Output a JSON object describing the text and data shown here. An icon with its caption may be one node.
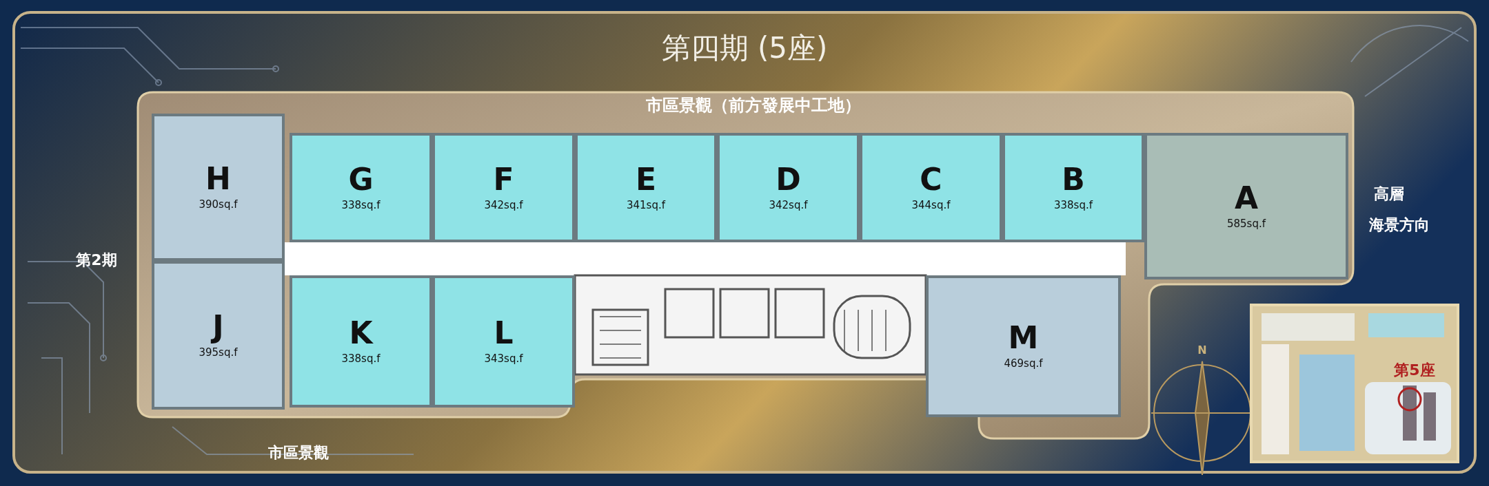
{
  "diagram": {
    "title": "第四期 (5座)",
    "nodes": [
      {
        "text": [
          "H",
          "390sq.f"
        ]
      },
      {
        "text": [
          "G",
          "338sq.f"
        ]
      },
      {
        "text": [
          "F",
          "342sq.f"
        ]
      },
      {
        "text": [
          "E",
          "341sq.f"
        ]
      },
      {
        "text": [
          "D",
          "342sq.f"
        ]
      },
      {
        "text": [
          "C",
          "344sq.f"
        ]
      },
      {
        "text": [
          "B",
          "338sq.f"
        ]
      },
      {
        "text": [
          "A",
          "585sq.f"
        ]
      },
      {
        "text": [
          "J",
          "395sq.f"
        ]
      },
      {
        "text": [
          "K",
          "338sq.f"
        ]
      },
      {
        "text": [
          "L",
          "343sq.f"
        ]
      },
      {
        "text": [
          "M",
          "469sq.f"
        ]
      }
    ],
    "edges": [],
    "labels": [
      "市區景觀（前方發展中工地）",
      "高層",
      "海景方向",
      "第2期",
      "N",
      "第5座",
      "市區景觀"
    ]
  }
}
